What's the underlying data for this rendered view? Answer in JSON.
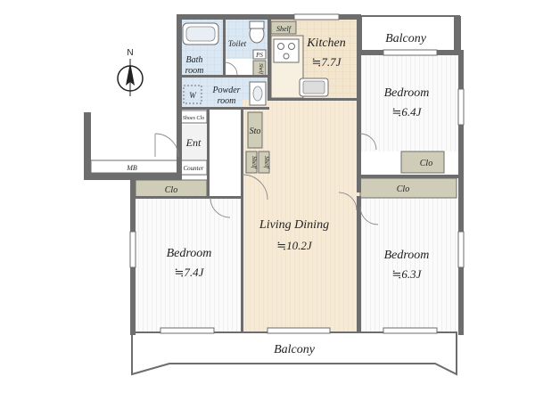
{
  "compass": {
    "letter": "N"
  },
  "rooms": {
    "kitchen": {
      "name": "Kitchen",
      "size": "≒7.7J"
    },
    "living": {
      "name": "Living Dining",
      "size": "≒10.2J"
    },
    "bedroom_ne": {
      "name": "Bedroom",
      "size": "≒6.4J"
    },
    "bedroom_se": {
      "name": "Bedroom",
      "size": "≒6.3J"
    },
    "bedroom_w": {
      "name": "Bedroom",
      "size": "≒7.4J"
    },
    "bath": {
      "name_line1": "Bath",
      "name_line2": "room"
    },
    "powder": {
      "name_line1": "Powder",
      "name_line2": "room"
    },
    "toilet": {
      "name": "Toilet"
    },
    "entrance": {
      "name": "Ent"
    }
  },
  "labels": {
    "balcony_top": "Balcony",
    "balcony_bottom": "Balcony",
    "shelf_top": "Shelf",
    "shelf_small": "Shelf",
    "shelf_hall_1": "Shelf",
    "shelf_hall_2": "Shelf",
    "ps": "PS",
    "storage": "Sto",
    "shoes_closet": "Shoes Clo",
    "counter": "Counter",
    "mb": "MB",
    "washer": "W",
    "clo_ne": "Clo",
    "clo_se": "Clo",
    "clo_w": "Clo"
  },
  "colors": {
    "wet_area": "#dbe8f3",
    "kitchen_floor": "#f3e6cf",
    "living_floor": "#f6ead6",
    "bedroom_floor": "#fbfbfb",
    "closet_floor": "#cfcdb8",
    "wall": "#6d6d6d"
  }
}
